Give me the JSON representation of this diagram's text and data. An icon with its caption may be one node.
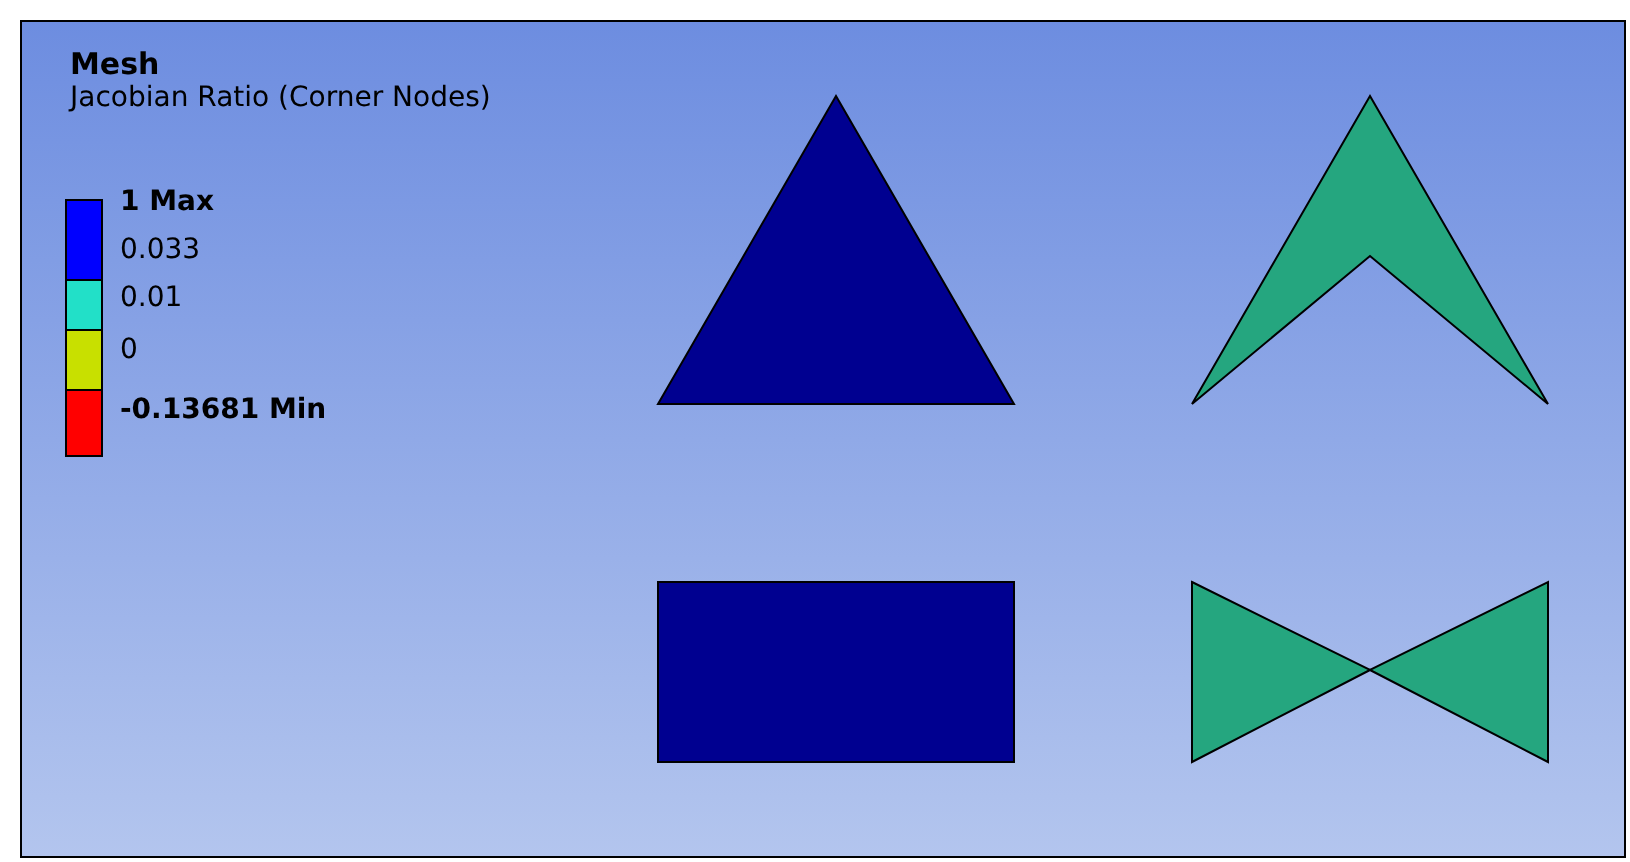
{
  "diagram": {
    "title": "Mesh",
    "nodes": [
      {
        "text": [],
        "shape": "triangle"
      },
      {
        "text": [],
        "shape": "chevron"
      },
      {
        "text": [],
        "shape": "box"
      },
      {
        "text": [],
        "shape": "bowtie"
      }
    ],
    "labels": [
      "Jacobian Ratio (Corner Nodes)",
      "**1 Max**",
      "0.033",
      "0.01",
      "0",
      "**-0.13681 Min**"
    ]
  }
}
